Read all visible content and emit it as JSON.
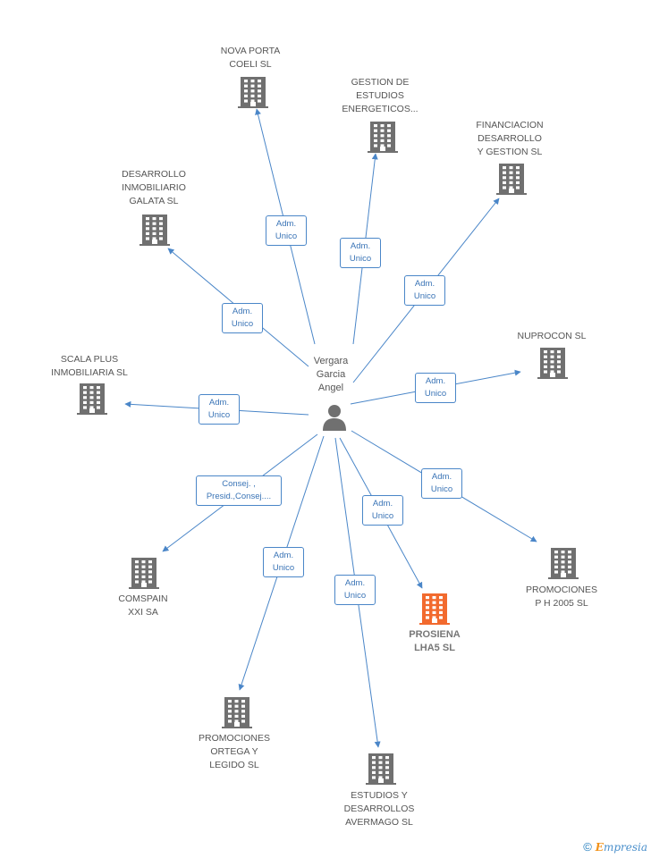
{
  "center": {
    "name": "Vergara\nGarcia\nAngel",
    "icon": "person-icon"
  },
  "colors": {
    "node": "#707070",
    "highlight": "#f26a2e",
    "edge": "#4a86c8"
  },
  "nodes": [
    {
      "id": "nova-porta",
      "label": "NOVA PORTA\nCOELI SL",
      "role": "Adm.\nUnico"
    },
    {
      "id": "gestion-estudios",
      "label": "GESTION DE\nESTUDIOS\nENERGETICOS...",
      "role": "Adm.\nUnico"
    },
    {
      "id": "financiacion",
      "label": "FINANCIACION\nDESARROLLO\nY GESTION SL",
      "role": "Adm.\nUnico"
    },
    {
      "id": "desarrollo-galata",
      "label": "DESARROLLO\nINMOBILIARIO\nGALATA SL",
      "role": "Adm.\nUnico"
    },
    {
      "id": "nuprocon",
      "label": "NUPROCON SL",
      "role": "Adm.\nUnico"
    },
    {
      "id": "scala-plus",
      "label": "SCALA PLUS\nINMOBILIARIA SL",
      "role": "Adm.\nUnico"
    },
    {
      "id": "promociones-ph",
      "label": "PROMOCIONES\nP H 2005 SL",
      "role": "Adm.\nUnico"
    },
    {
      "id": "comspain",
      "label": "COMSPAIN\nXXI SA",
      "role": "Consej. ,\nPresid.,Consej...."
    },
    {
      "id": "prosiena",
      "label": "PROSIENA\nLHA5 SL",
      "role": "Adm.\nUnico",
      "highlight": true
    },
    {
      "id": "promociones-ortega",
      "label": "PROMOCIONES\nORTEGA Y\nLEGIDO SL",
      "role": "Adm.\nUnico"
    },
    {
      "id": "estudios-avermago",
      "label": "ESTUDIOS Y\nDESARROLLOS\nAVERMAGO SL",
      "role": "Adm.\nUnico"
    }
  ],
  "footer": {
    "copyright": "©",
    "brand_initial": "E",
    "brand_rest": "mpresia"
  }
}
